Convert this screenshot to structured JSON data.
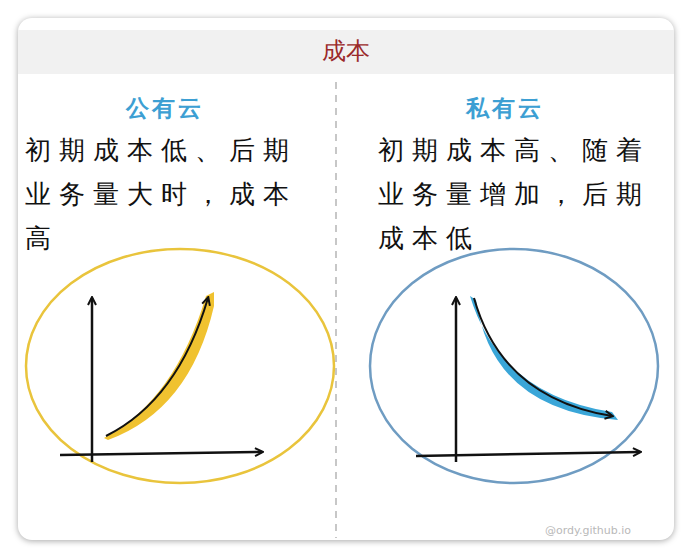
{
  "diagram": {
    "title": "成本",
    "labels": [
      "公有云",
      "初期成本低、后期业务量大时，成本高",
      "私有云",
      "初期成本高、随着业务量增加，后期成本低",
      "@ordy.github.io"
    ]
  }
}
